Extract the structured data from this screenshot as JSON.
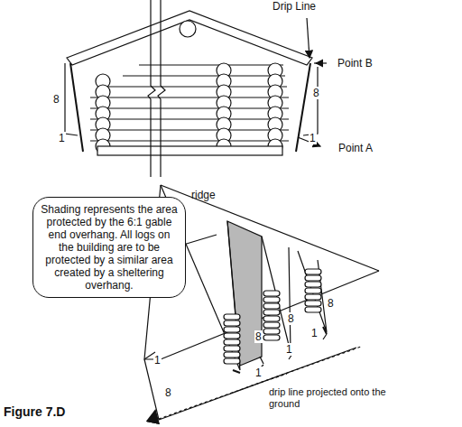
{
  "diagram": {
    "caption": "Figure 7.D",
    "nodes": [
      {
        "text": [
          "Shading represents the area protected by the 6:1 gable end overhang. All logs on the building are to be protected by a similar area created by a sheltering overhang."
        ]
      }
    ],
    "labels": [
      "Drip Line",
      "Point B",
      "8",
      "8",
      "1",
      "1",
      "Point A",
      "ridge",
      "1",
      "8",
      "8",
      "1",
      "8",
      "1",
      "8",
      "1",
      "drip line projected onto the ground"
    ]
  }
}
